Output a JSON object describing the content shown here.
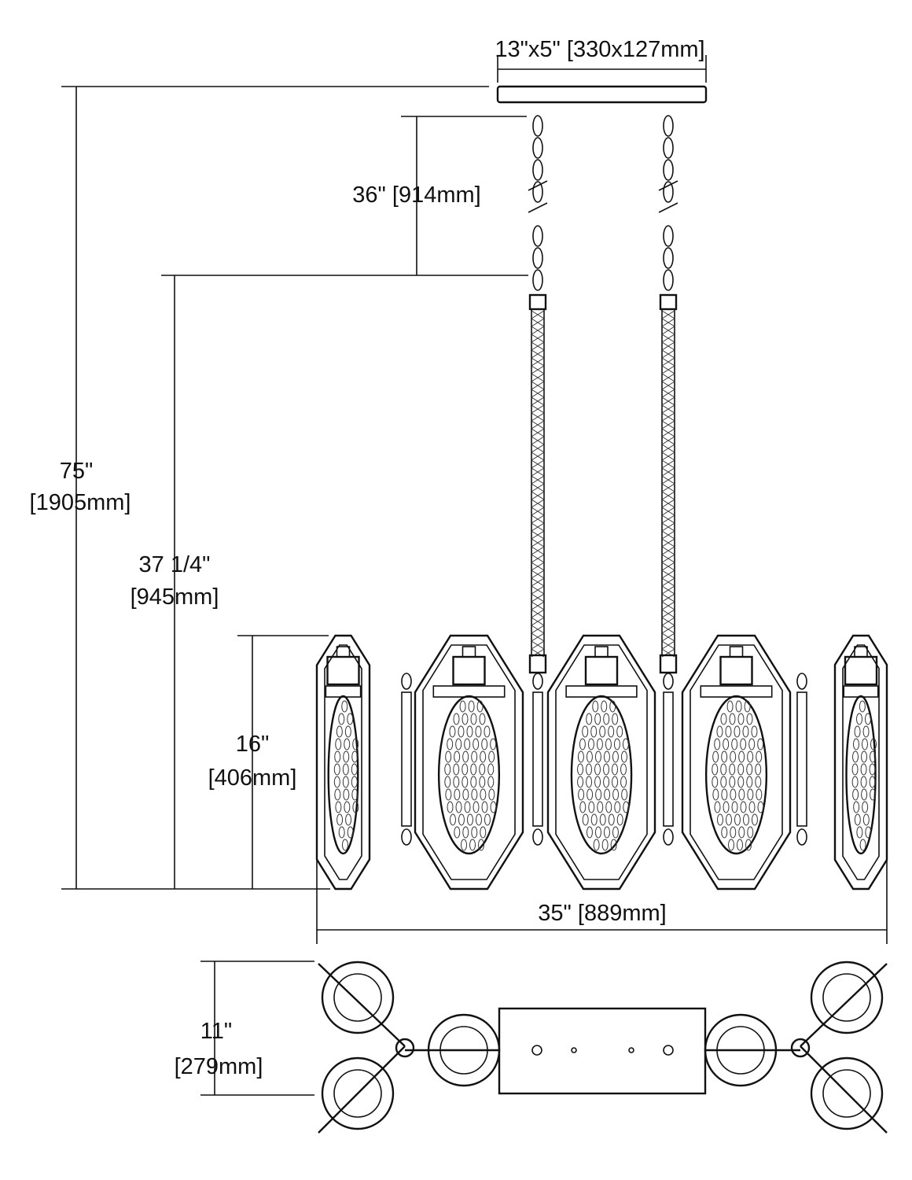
{
  "title": "Chandelier dimension drawing",
  "dimensions": {
    "canopy": "13\"x5\" [330x127mm]",
    "chain": "36\" [914mm]",
    "overall_height_in": "75\"",
    "overall_height_mm": "[1905mm]",
    "body_height_in": "37 1/4\"",
    "body_height_mm": "[945mm]",
    "fixture_height_in": "16\"",
    "fixture_height_mm": "[406mm]",
    "width": "35\" [889mm]",
    "depth_in": "11\"",
    "depth_mm": "[279mm]"
  },
  "colors": {
    "line": "#111111",
    "background": "#ffffff"
  }
}
